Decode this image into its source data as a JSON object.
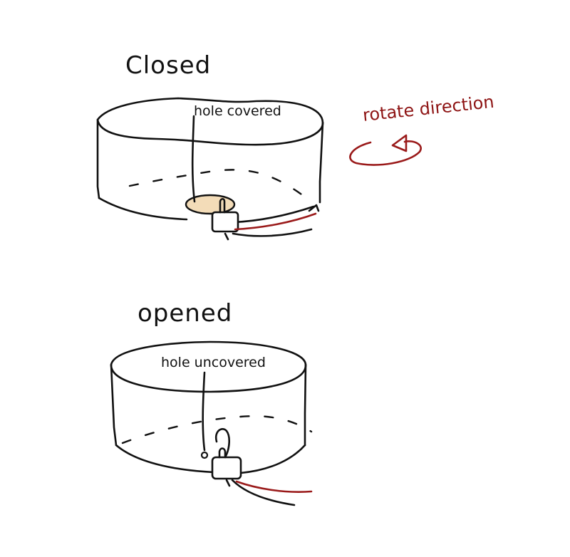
{
  "labels": {
    "closed_title": "Closed",
    "closed_note": "hole covered",
    "rotate_note": "rotate direction",
    "opened_title": "opened",
    "opened_note": "hole uncovered"
  },
  "colors": {
    "ink": "#111111",
    "wire_red": "#9a1a1a",
    "cover_fill": "#f3dcb8"
  }
}
